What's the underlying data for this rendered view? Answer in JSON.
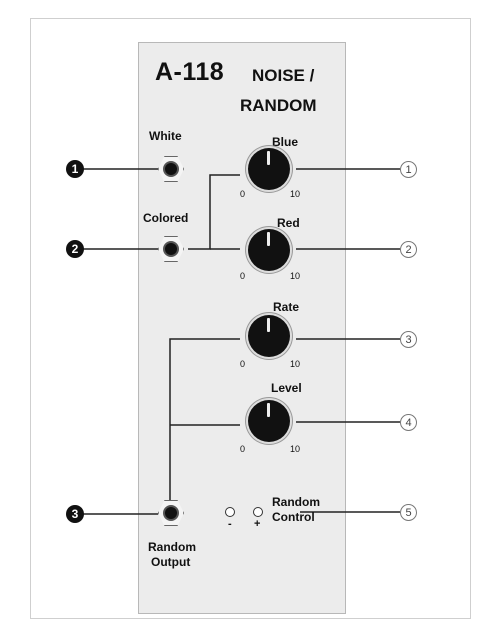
{
  "module": {
    "model": "A-118",
    "name_line1": "NOISE /",
    "name_line2": "RANDOM"
  },
  "sockets": [
    {
      "label": "White",
      "marker": "❶"
    },
    {
      "label": "Colored",
      "marker": "❷"
    },
    {
      "label_line1": "Random",
      "label_line2": "Output",
      "marker": "❸"
    }
  ],
  "knobs": [
    {
      "label": "Blue",
      "min": "0",
      "max": "10",
      "callout": "①"
    },
    {
      "label": "Red",
      "min": "0",
      "max": "10",
      "callout": "②"
    },
    {
      "label": "Rate",
      "min": "0",
      "max": "10",
      "callout": "③"
    },
    {
      "label": "Level",
      "min": "0",
      "max": "10",
      "callout": "④"
    }
  ],
  "random_control": {
    "label_line1": "Random",
    "label_line2": "Control",
    "minus": "-",
    "plus": "+",
    "callout": "⑤"
  }
}
